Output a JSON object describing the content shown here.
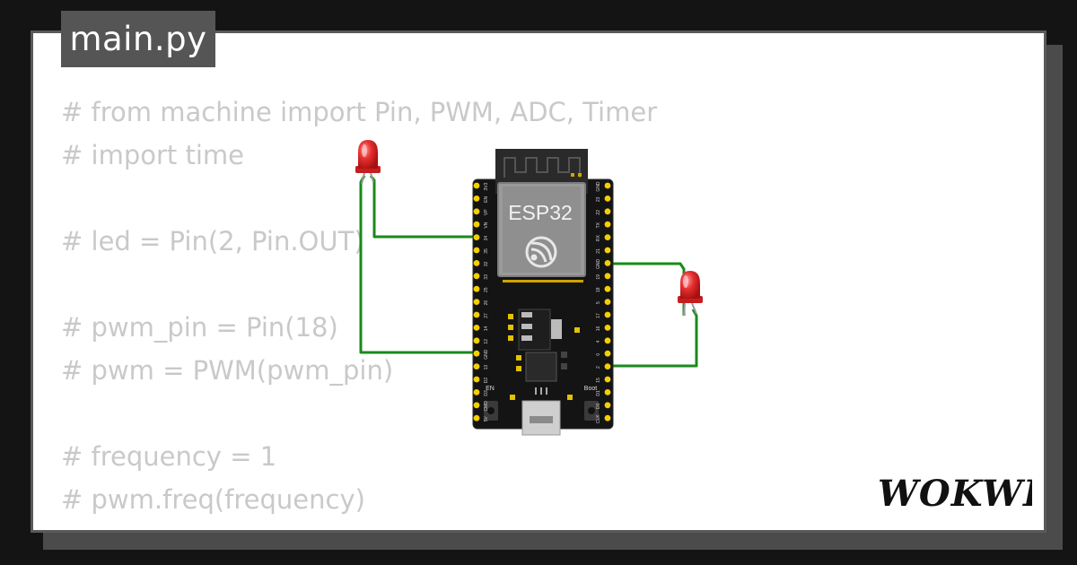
{
  "editor": {
    "file_tab": "main.py",
    "code_lines": [
      "# from machine import Pin, PWM, ADC, Timer",
      "# import time",
      "",
      "# led = Pin(2, Pin.OUT)",
      "",
      "# pwm_pin = Pin(18)",
      "# pwm = PWM(pwm_pin)",
      "",
      "# frequency = 1",
      "# pwm.freq(frequency)"
    ]
  },
  "board": {
    "name": "ESP32",
    "en_label": "EN",
    "boot_label": "Boot",
    "left_pins": [
      "3V3",
      "EN",
      "VP",
      "VN",
      "34",
      "35",
      "32",
      "33",
      "25",
      "26",
      "27",
      "14",
      "12",
      "GND",
      "13",
      "D2",
      "D3",
      "CMD",
      "5V"
    ],
    "right_pins": [
      "GND",
      "23",
      "22",
      "TX",
      "RX",
      "21",
      "GND",
      "19",
      "18",
      "5",
      "17",
      "16",
      "4",
      "0",
      "2",
      "15",
      "D1",
      "D0",
      "CLK"
    ]
  },
  "colors": {
    "wire": "#1a8a1a",
    "led": "#e53030",
    "board": "#111111",
    "pin": "#f5d000",
    "code_text": "#c9c9c9"
  },
  "brand": {
    "logo": "WOKWI"
  }
}
